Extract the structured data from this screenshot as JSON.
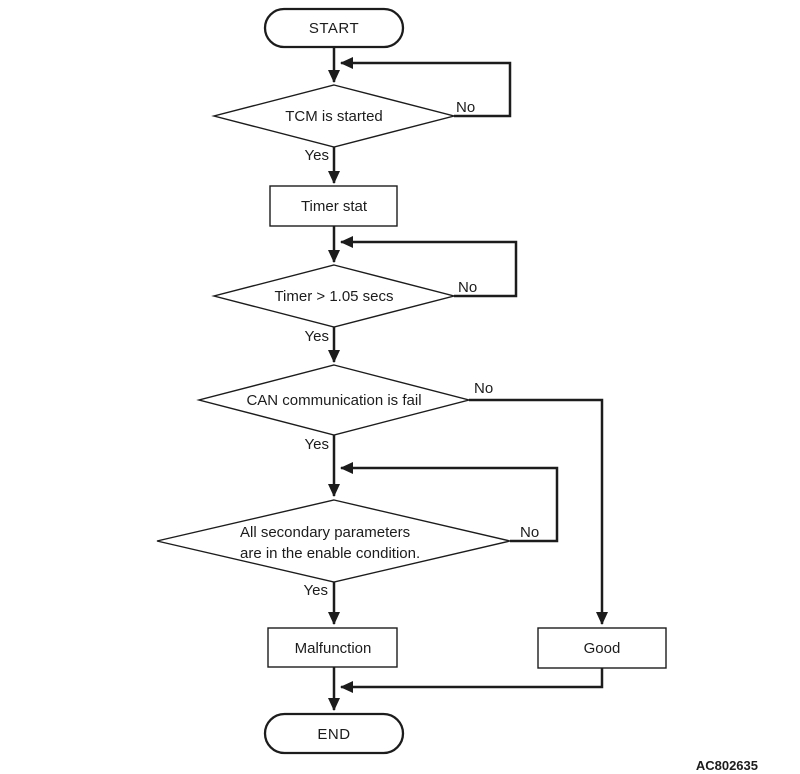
{
  "diagram": {
    "figure_code": "AC802635",
    "colors": {
      "line": "#1c1c1c",
      "background": "#ffffff"
    },
    "nodes": {
      "start": {
        "label": "START",
        "type": "terminator"
      },
      "tcm_started": {
        "label": "TCM is started",
        "type": "decision"
      },
      "timer_stat": {
        "label": "Timer stat",
        "type": "process"
      },
      "timer_threshold": {
        "label": "Timer > 1.05 secs",
        "type": "decision"
      },
      "can_fail": {
        "label": "CAN communication is fail",
        "type": "decision"
      },
      "secondary_params": {
        "label_line1": "All secondary parameters",
        "label_line2": "are in the enable condition.",
        "type": "decision"
      },
      "malfunction": {
        "label": "Malfunction",
        "type": "process"
      },
      "good": {
        "label": "Good",
        "type": "process"
      },
      "end": {
        "label": "END",
        "type": "terminator"
      }
    },
    "edge_labels": {
      "tcm_started_yes": "Yes",
      "tcm_started_no": "No",
      "timer_threshold_yes": "Yes",
      "timer_threshold_no": "No",
      "can_fail_yes": "Yes",
      "can_fail_no": "No",
      "secondary_params_yes": "Yes",
      "secondary_params_no": "No"
    }
  }
}
